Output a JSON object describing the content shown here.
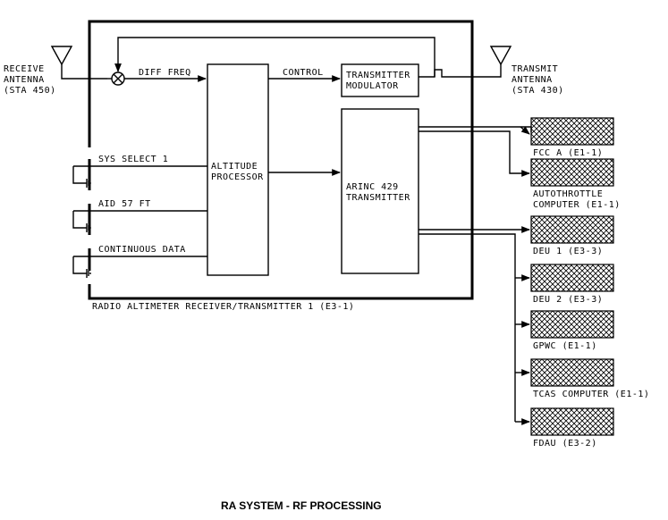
{
  "caption": "RA SYSTEM - RF PROCESSING",
  "lru_label": "RADIO ALTIMETER RECEIVER/TRANSMITTER 1 (E3-1)",
  "receive_antenna": [
    "RECEIVE",
    "ANTENNA",
    "(STA 450)"
  ],
  "transmit_antenna": [
    "TRANSMIT",
    "ANTENNA",
    "(STA 430)"
  ],
  "signals": {
    "diff_freq": "DIFF FREQ",
    "control": "CONTROL"
  },
  "blocks": {
    "transmitter_modulator": [
      "TRANSMITTER",
      "MODULATOR"
    ],
    "altitude_processor": [
      "ALTITUDE",
      "PROCESSOR"
    ],
    "arinc_transmitter": [
      "ARINC 429",
      "TRANSMITTER"
    ]
  },
  "inputs": [
    "SYS SELECT 1",
    "AID 57 FT",
    "CONTINUOUS DATA"
  ],
  "outputs": {
    "fcc_a": [
      "FCC A (E1-1)"
    ],
    "autothrottle": [
      "AUTOTHROTTLE",
      "COMPUTER (E1-1)"
    ],
    "deu1": [
      "DEU 1 (E3-3)"
    ],
    "deu2": [
      "DEU 2 (E3-3)"
    ],
    "gpwc": [
      "GPWC (E1-1)"
    ],
    "tcas": [
      "TCAS COMPUTER (E1-1)"
    ],
    "fdau": [
      "FDAU (E3-2)"
    ]
  }
}
